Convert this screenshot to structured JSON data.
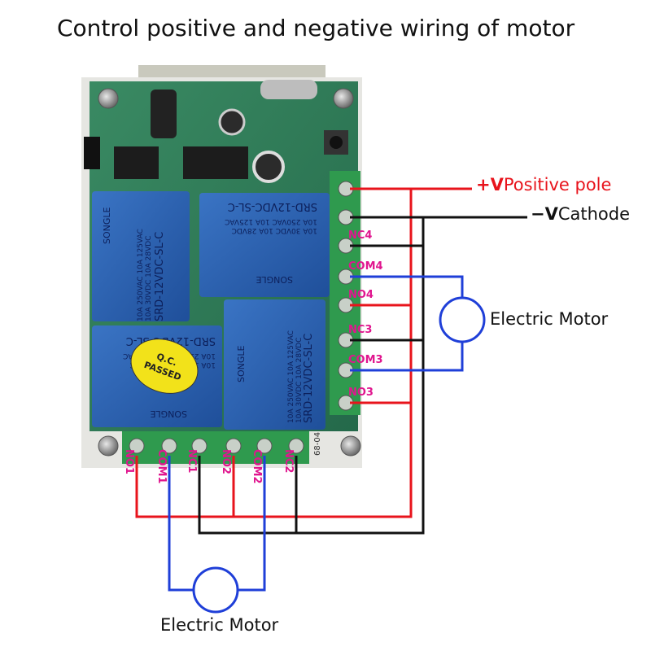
{
  "title": "Control positive and negative wiring of motor",
  "labels": {
    "positive_sign": "+V",
    "positive_text": "Positive pole",
    "negative_sign": "−V",
    "negative_text": "Cathode",
    "motor_right": "Electric Motor",
    "motor_bottom": "Electric Motor"
  },
  "right_terminals": [
    "NC4",
    "COM4",
    "NO4",
    "NC3",
    "COM3",
    "NO3"
  ],
  "bottom_terminals": [
    "NO1",
    "COM1",
    "NC1",
    "NO2",
    "COM2",
    "NC2"
  ],
  "relays": [
    {
      "model": "SRD-12VDC-SL-C",
      "brand": "SONGLE",
      "rating1": "10A 250VAC 10A 125VAC",
      "rating2": "10A 30VDC 10A 28VDC"
    },
    {
      "model": "SRD-12VDC-SL-C",
      "brand": "SONGLE",
      "rating1": "10A 250VAC 10A 125VAC",
      "rating2": "10A 30VDC 10A 28VDC"
    },
    {
      "model": "SRD-12VDC-SL-C",
      "brand": "SONGLE",
      "rating1": "10A 250VAC 10A 125VAC",
      "rating2": "10A 30VDC 10A 28VDC"
    },
    {
      "model": "SRD-12VDC-SL-C",
      "brand": "SONGLE",
      "rating1": "10A 250VAC 10A 125VAC",
      "rating2": "10A 30VDC 10A 28VDC"
    }
  ],
  "sticker": {
    "line1": "Q.C.",
    "line2": "PASSED"
  },
  "board_code": "68-04",
  "colors": {
    "positive_wire": "#e8141c",
    "negative_wire": "#111111",
    "motor_wire": "#1f3fd8",
    "terminal_label": "#e0158e",
    "pcb": "#2e7d55",
    "terminal_block": "#2f9a4e",
    "relay": "#2c64b4"
  }
}
